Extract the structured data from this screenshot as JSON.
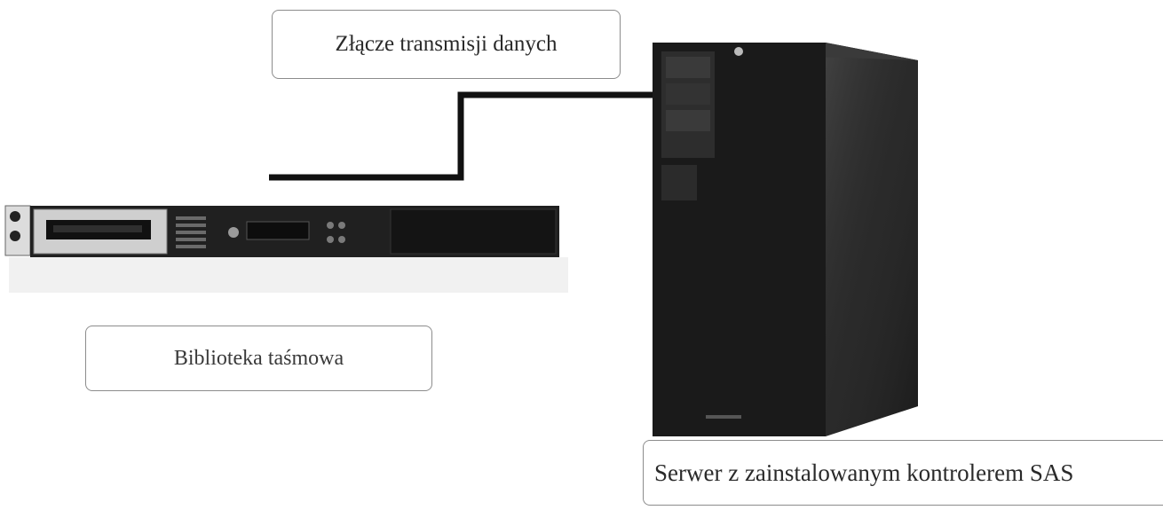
{
  "labels": {
    "connector": "Złącze transmisji danych",
    "tape_library": "Biblioteka taśmowa",
    "server": "Serwer z zainstalowanym kontrolerem SAS"
  },
  "colors": {
    "cable": "#111111",
    "device_dark": "#1a1a1a",
    "device_panel": "#3a3a3a",
    "label_border": "#8c8c8c"
  },
  "icons": {
    "tape_library": "tape-library-icon",
    "server": "tower-server-icon",
    "cable": "sas-cable-line"
  }
}
